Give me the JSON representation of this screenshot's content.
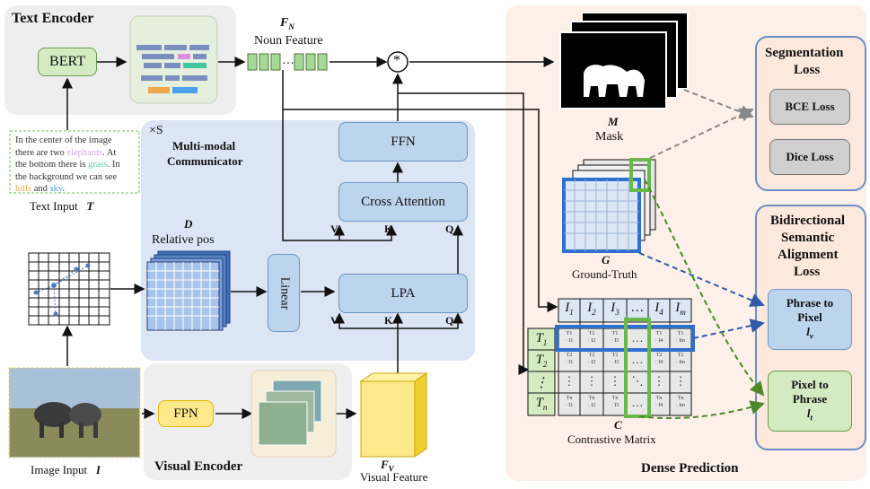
{
  "text_encoder": {
    "title": "Text Encoder",
    "bert_label": "BERT"
  },
  "noun_feature": {
    "symbol": "F",
    "subscript": "N",
    "label": "Noun Feature",
    "dots": "…"
  },
  "text_input": {
    "lines": [
      [
        {
          "t": "In the center of the image",
          "c": "#333"
        }
      ],
      [
        {
          "t": "there are two ",
          "c": "#333"
        },
        {
          "t": "elephants",
          "c": "#d7a6e8"
        },
        {
          "t": ". At",
          "c": "#333"
        }
      ],
      [
        {
          "t": "the bottom there is ",
          "c": "#333"
        },
        {
          "t": "grass",
          "c": "#5fd1a8"
        },
        {
          "t": ". In",
          "c": "#333"
        }
      ],
      [
        {
          "t": "the background we can see",
          "c": "#333"
        }
      ],
      [
        {
          "t": "hills",
          "c": "#f0a64a"
        },
        {
          "t": " and ",
          "c": "#333"
        },
        {
          "t": "sky",
          "c": "#4aa3e8"
        },
        {
          "t": ".",
          "c": "#333"
        }
      ]
    ],
    "caption": "Text Input",
    "symbol": "T"
  },
  "communicator": {
    "repeat": "×S",
    "title_line1": "Multi-modal",
    "title_line2": "Communicator",
    "ffn": "FFN",
    "cross_attention": "Cross Attention",
    "lpa": "LPA",
    "linear": "Linear",
    "v": "V",
    "k": "K",
    "q": "Q"
  },
  "relative_pos": {
    "symbol": "D",
    "label": "Relative pos"
  },
  "multiply_symbol": "*",
  "image_input": {
    "caption": "Image Input",
    "symbol": "I"
  },
  "visual_encoder": {
    "title": "Visual Encoder",
    "fpn": "FPN"
  },
  "visual_feature": {
    "symbol": "F",
    "subscript": "V",
    "label": "Visual Feature"
  },
  "dense_prediction": {
    "title": "Dense Prediction",
    "mask": {
      "symbol": "M",
      "label": "Mask"
    },
    "ground_truth": {
      "symbol": "G",
      "label": "Ground-Truth"
    },
    "contrastive": {
      "symbol": "C",
      "label": "Contrastive Matrix",
      "col_headers": [
        "I",
        "I",
        "I",
        "…",
        "I",
        "I"
      ],
      "col_subs": [
        "1",
        "2",
        "3",
        "",
        "4",
        "m"
      ],
      "row_headers": [
        "T",
        "T",
        "⋮",
        "T"
      ],
      "row_subs": [
        "1",
        "2",
        "",
        "n"
      ]
    }
  },
  "segmentation_loss": {
    "title_line1": "Segmentation",
    "title_line2": "Loss",
    "bce": "BCE Loss",
    "dice": "Dice Loss"
  },
  "alignment_loss": {
    "title_line1": "Bidirectional",
    "title_line2": "Semantic",
    "title_line3": "Alignment",
    "title_line4": "Loss",
    "p2p_line1": "Phrase to",
    "p2p_line2": "Pixel",
    "p2p_sym": "l",
    "p2p_sub": "v",
    "pix2p_line1": "Pixel to",
    "pix2p_line2": "Phrase",
    "pix2p_sym": "l",
    "pix2p_sub": "t"
  },
  "colors": {
    "blue_box": "#bcd4ec",
    "green_box": "#d4ebc2",
    "yellow_box": "#fde98a",
    "panel_gray": "#eeeeee",
    "panel_blue": "#dbe5f3",
    "panel_peach": "#fdf0e8"
  }
}
